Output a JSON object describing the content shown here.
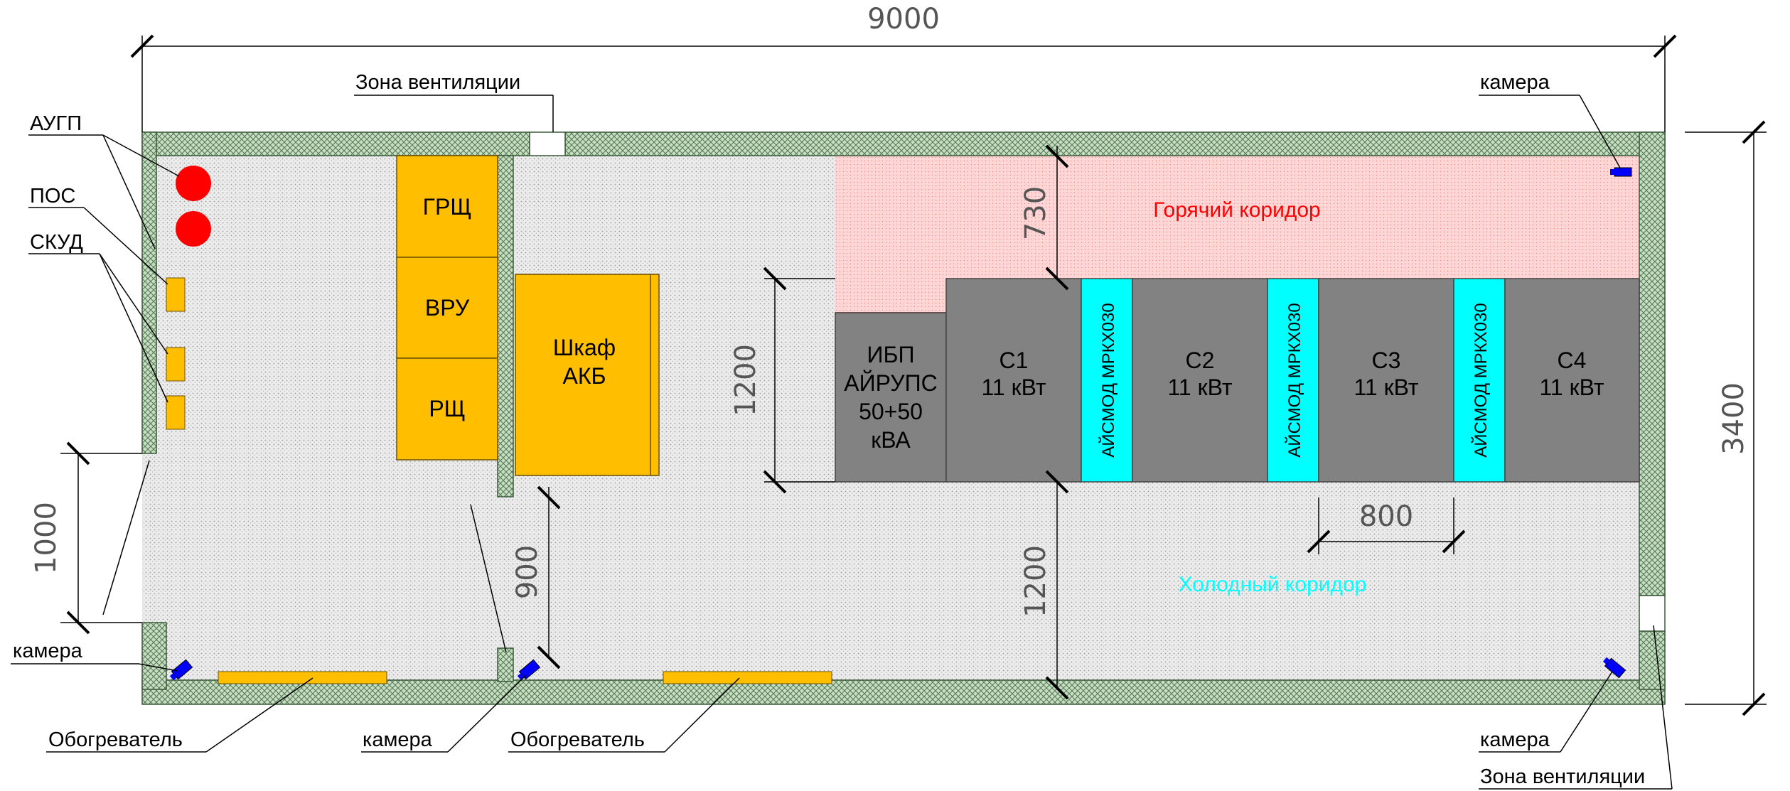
{
  "dimensions": {
    "total_width": "9000",
    "total_height": "3400",
    "hot_aisle_depth": "730",
    "rack_depth": "1200",
    "cold_aisle_depth": "1200",
    "door_width": "1000",
    "passage_width": "900",
    "cooler_spacing": "800"
  },
  "zones": {
    "hot_aisle": "Горячий коридор",
    "cold_aisle": "Холодный коридор"
  },
  "equipment": {
    "grsch": "ГРЩ",
    "vru": "ВРУ",
    "rsch": "РЩ",
    "battery_cabinet": [
      "Шкаф",
      "АКБ"
    ],
    "ups": [
      "ИБП",
      "АЙРУПС",
      "50+50",
      "кВА"
    ],
    "racks": [
      {
        "name": "С1",
        "power": "11 кВт"
      },
      {
        "name": "С2",
        "power": "11 кВт"
      },
      {
        "name": "С3",
        "power": "11 кВт"
      },
      {
        "name": "С4",
        "power": "11 кВт"
      }
    ],
    "coolers": [
      "АЙСМОД МРКХ030",
      "АЙСМОД МРКХ030",
      "АЙСМОД МРКХ030"
    ]
  },
  "callouts": {
    "augp": "АУГП",
    "pos": "ПОС",
    "skud": "СКУД",
    "ventilation_top": "Зона вентиляции",
    "ventilation_bottom": "Зона вентиляции",
    "camera_top_right": "камера",
    "camera_left": "камера",
    "camera_bottom_mid": "камера",
    "camera_bottom_right": "камера",
    "heater_left": "Обогреватель",
    "heater_mid": "Обогреватель"
  },
  "colors": {
    "wall": "#c9dcc4",
    "floor": "#e8e8e8",
    "equipment": "#ffbe00",
    "rack": "#828282",
    "cooler": "#00ffff",
    "hot_aisle": "#ffd4d4",
    "hot_aisle_text": "#ff0000",
    "cold_aisle_text": "#00ffff",
    "fire": "#ff0000",
    "camera": "#0000ff"
  }
}
